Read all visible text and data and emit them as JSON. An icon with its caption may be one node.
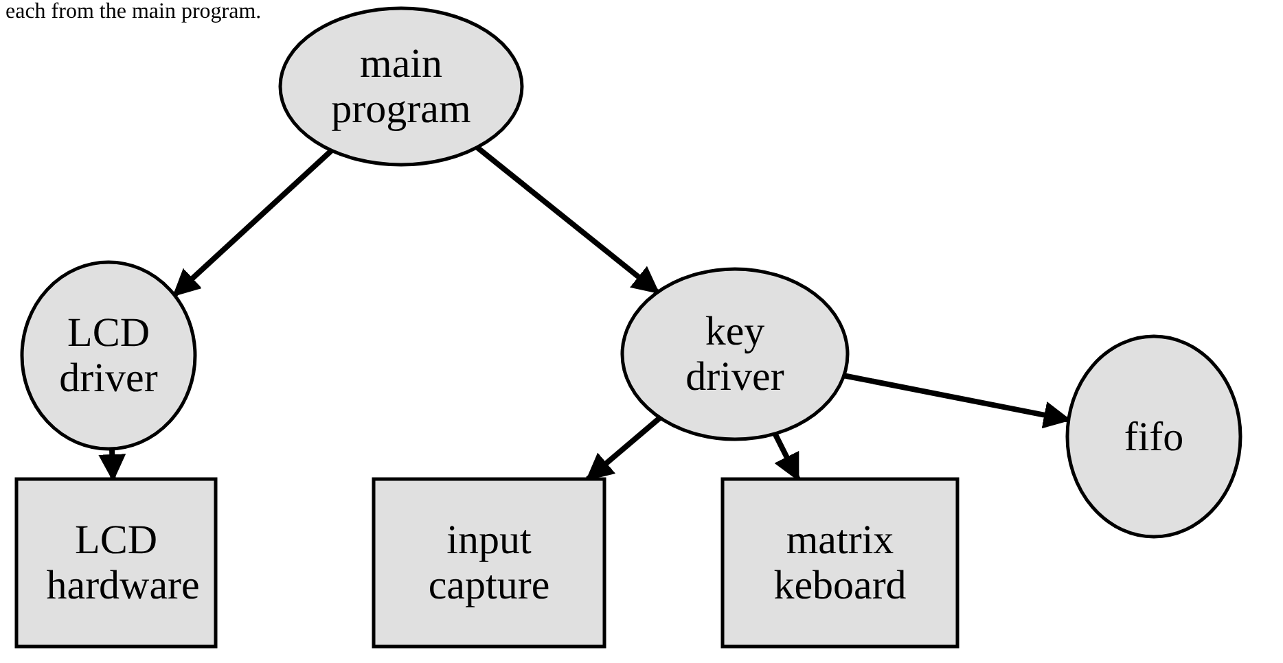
{
  "diagram": {
    "nodes": [
      {
        "text": [
          "main program"
        ]
      },
      {
        "text": [
          "LCD driver"
        ]
      },
      {
        "text": [
          "key driver"
        ]
      },
      {
        "text": [
          "LCD hardware"
        ]
      },
      {
        "text": [
          "input capture"
        ]
      },
      {
        "text": [
          "matrix keboard"
        ]
      },
      {
        "text": [
          "fifo"
        ]
      }
    ],
    "edges": [
      {
        "from": 0,
        "to": 1,
        "arrow": "to"
      },
      {
        "from": 0,
        "to": 2,
        "arrow": "to"
      },
      {
        "from": 1,
        "to": 3,
        "arrow": "to"
      },
      {
        "from": 2,
        "to": 4,
        "arrow": "to"
      },
      {
        "from": 2,
        "to": 5,
        "arrow": "to"
      },
      {
        "from": 2,
        "to": 6,
        "arrow": "to"
      }
    ],
    "labels": [
      "each from the main program."
    ]
  }
}
